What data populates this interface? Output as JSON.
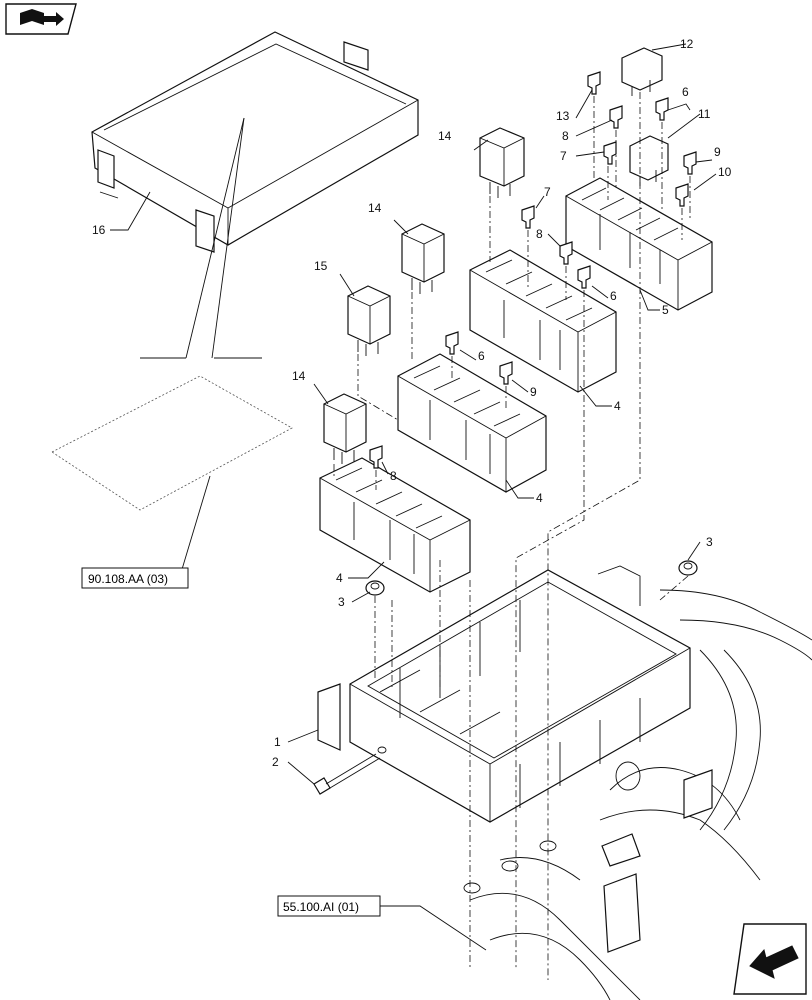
{
  "callouts": {
    "c1": "1",
    "c2": "2",
    "c3a": "3",
    "c3b": "3",
    "c4a": "4",
    "c4b": "4",
    "c4c": "4",
    "c5": "5",
    "c6a": "6",
    "c6b": "6",
    "c6c": "6",
    "c7a": "7",
    "c7b": "7",
    "c8a": "8",
    "c8b": "8",
    "c8c": "8",
    "c9a": "9",
    "c9b": "9",
    "c10": "10",
    "c11": "11",
    "c12": "12",
    "c13": "13",
    "c14a": "14",
    "c14b": "14",
    "c14c": "14",
    "c15": "15",
    "c16": "16"
  },
  "references": {
    "top_ref": "90.108.AA (03)",
    "bottom_ref": "55.100.AI (01)"
  },
  "icons": {
    "top_nav": "book-arrow-icon",
    "bottom_nav": "arrow-down-left-icon"
  }
}
